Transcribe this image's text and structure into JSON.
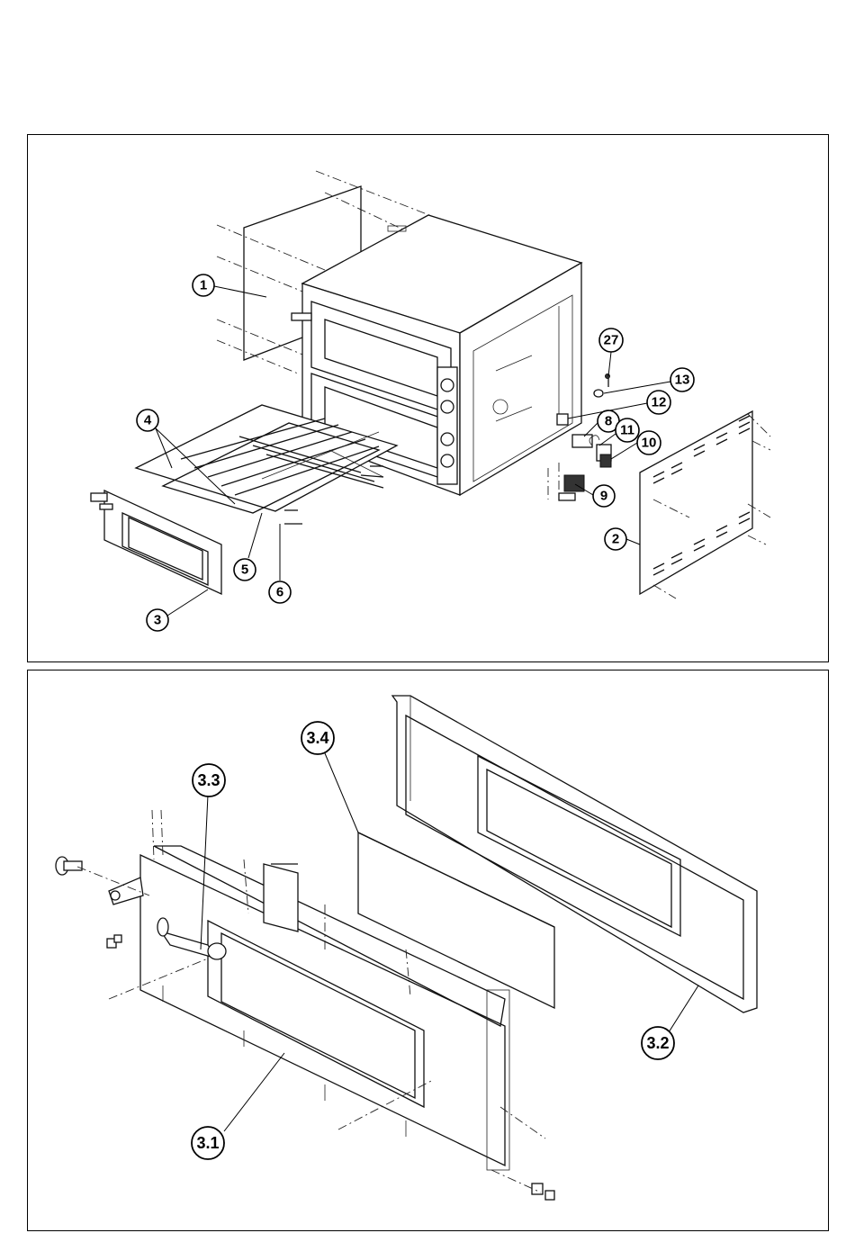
{
  "top_diagram": {
    "callouts": [
      {
        "id": "c1",
        "label": "1"
      },
      {
        "id": "c2",
        "label": "2"
      },
      {
        "id": "c3",
        "label": "3"
      },
      {
        "id": "c4",
        "label": "4"
      },
      {
        "id": "c5",
        "label": "5"
      },
      {
        "id": "c6",
        "label": "6"
      },
      {
        "id": "c8",
        "label": "8"
      },
      {
        "id": "c9",
        "label": "9"
      },
      {
        "id": "c10",
        "label": "10"
      },
      {
        "id": "c11",
        "label": "11"
      },
      {
        "id": "c12",
        "label": "12"
      },
      {
        "id": "c13",
        "label": "13"
      },
      {
        "id": "c27",
        "label": "27"
      }
    ]
  },
  "bottom_diagram": {
    "callouts": [
      {
        "id": "c31",
        "label": "3.1"
      },
      {
        "id": "c32",
        "label": "3.2"
      },
      {
        "id": "c33",
        "label": "3.3"
      },
      {
        "id": "c34",
        "label": "3.4"
      }
    ]
  }
}
